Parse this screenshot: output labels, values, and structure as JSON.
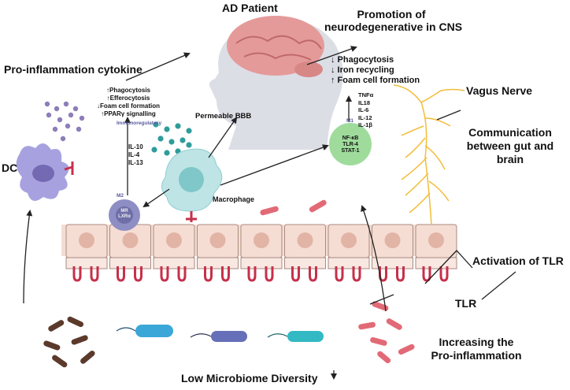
{
  "title": "AD Patient",
  "promotion": [
    "Promotion of",
    "neurodegenerative in CNS"
  ],
  "cns_effects": [
    "↓ Phagocytosis",
    "↓ Iron recycling",
    "↑ Foam cell formation"
  ],
  "pro_inflammation_cytokine": "Pro-inflammation cytokine",
  "m2_effects": [
    "↑Phagocytosis",
    "↑Efferocytosis",
    "↓Foam cell formation",
    "↑PPARγ signalling"
  ],
  "immunoregulatory": "Immunoregulatory",
  "permeable_bbb": "Permeable BBB",
  "m2_cytokines": [
    "IL-10",
    "IL-4",
    "IL-13"
  ],
  "m2_label": "M2",
  "m2_markers": [
    "MR",
    "LXRα"
  ],
  "dc_label": "DC",
  "macrophage_label": "Macrophage",
  "m1_label": "M1",
  "m1_markers": [
    "NF-κB",
    "TLR-4",
    "STAT-1"
  ],
  "m1_cytokines": [
    "TNFα",
    "IL18",
    "IL-6",
    "IL-12",
    "IL-1β"
  ],
  "vagus_nerve": "Vagus Nerve",
  "communication": [
    "Communication",
    "between gut and",
    "brain"
  ],
  "activation_tlr": "Activation of TLR",
  "tlr_label": "TLR",
  "increasing": [
    "Increasing the",
    "Pro-inflammation"
  ],
  "low_diversity": "Low Microbiome Diversity",
  "colors": {
    "epithelium": "#f5ddd3",
    "nucleus": "#e2b4a6",
    "receptor": "#c7304a",
    "m2": "#8e8ec4",
    "m1": "#9fdc9c",
    "macrophage": "#bfe4e6",
    "dc": "#a7a2df",
    "nerve": "#f3bd3a",
    "pathogen": "#e26a76",
    "bacteria": "#5b3a2c"
  }
}
